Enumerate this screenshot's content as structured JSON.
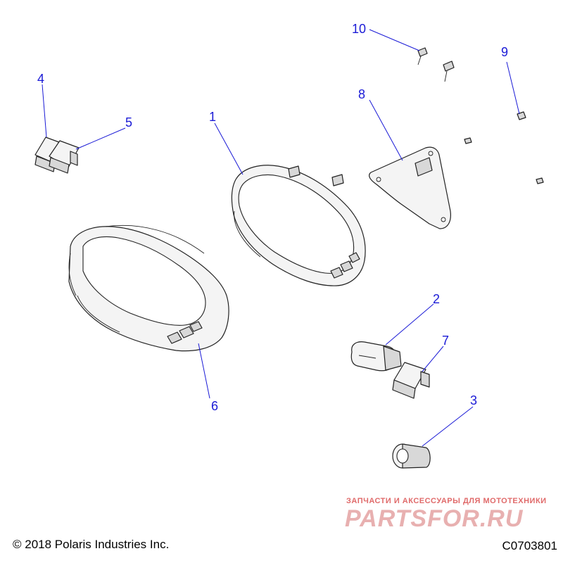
{
  "callouts": {
    "c1": "1",
    "c2": "2",
    "c3": "3",
    "c4": "4",
    "c5": "5",
    "c6": "6",
    "c7": "7",
    "c8": "8",
    "c9": "9",
    "c10": "10"
  },
  "footer": {
    "copyright": "© 2018 Polaris Industries Inc.",
    "doc_number": "C0703801"
  },
  "watermark": {
    "tagline": "ЗАПЧАСТИ И АКСЕССУАРЫ ДЛЯ МОТОТЕХНИКИ",
    "brand": "PARTSFOR.RU"
  },
  "colors": {
    "callout": "#1a1ad6",
    "watermark": "#e06a6a"
  }
}
